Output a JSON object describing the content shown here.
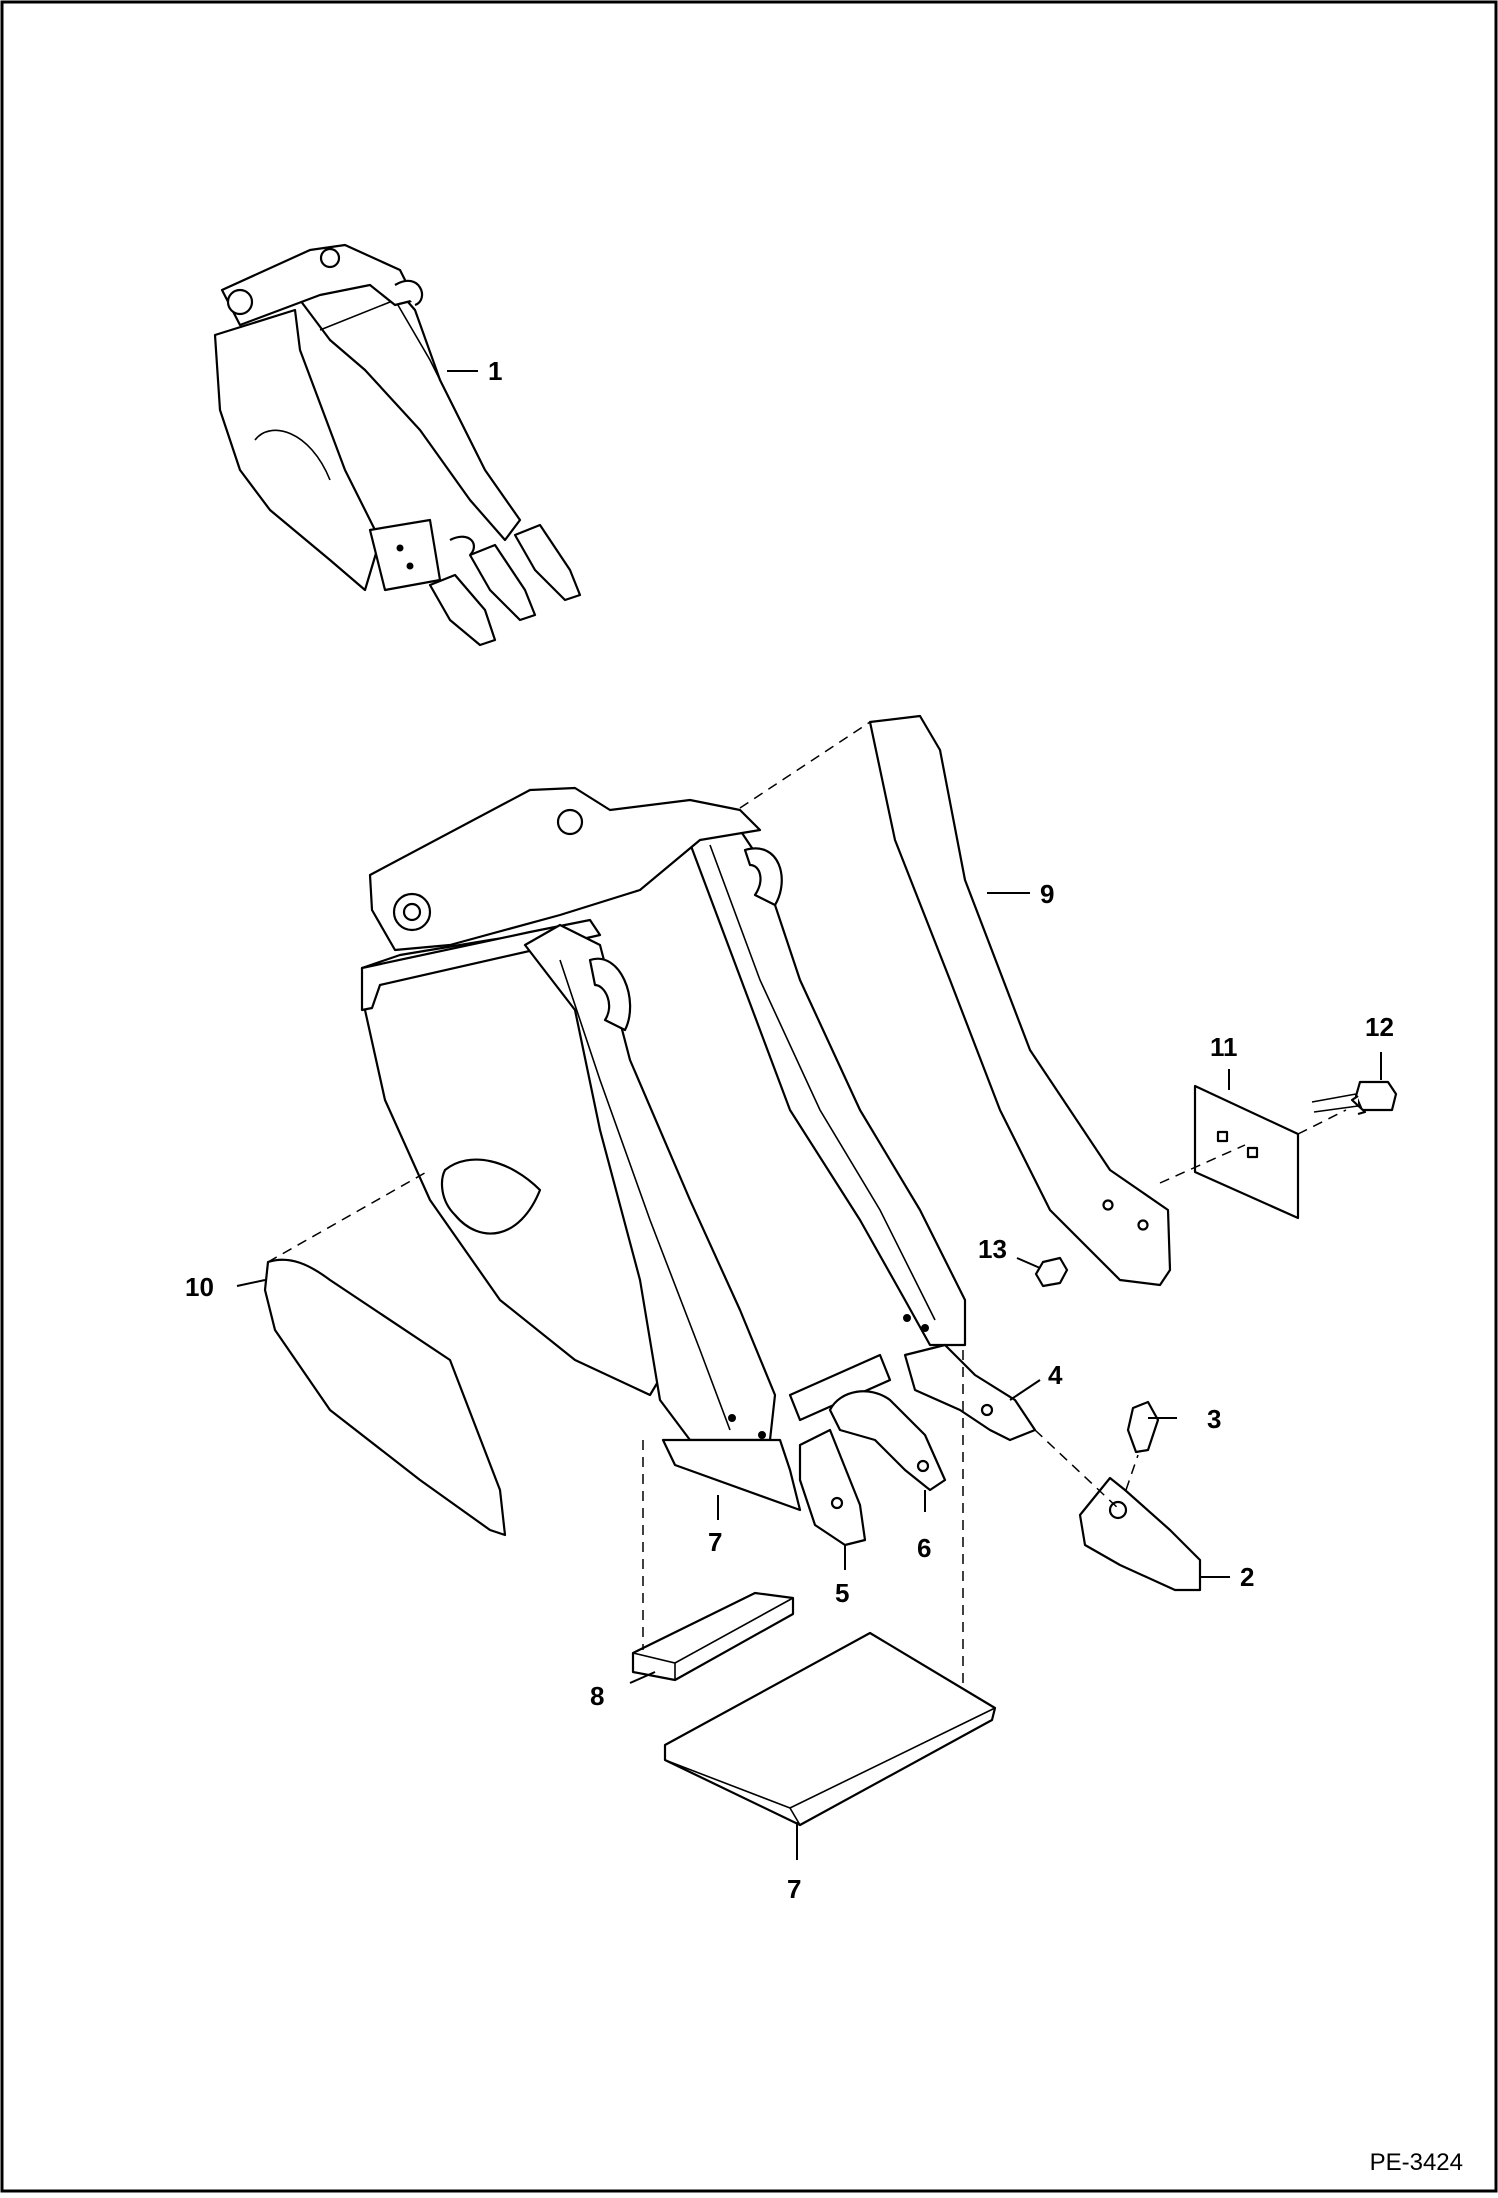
{
  "document_id": "PE-3424",
  "callouts": [
    "1",
    "2",
    "3",
    "4",
    "5",
    "6",
    "7",
    "8",
    "9",
    "10",
    "11",
    "12",
    "13",
    "7"
  ]
}
